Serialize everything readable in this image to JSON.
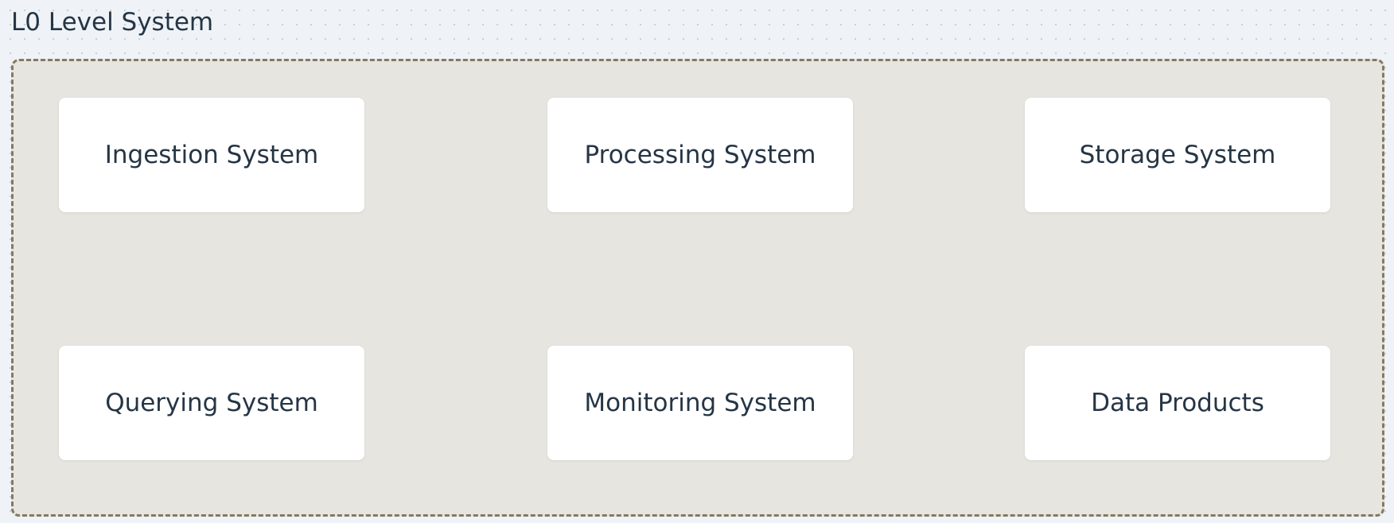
{
  "group": {
    "title": "L0 Level System"
  },
  "nodes": [
    "Ingestion System",
    "Processing System",
    "Storage System",
    "Querying System",
    "Monitoring System",
    "Data Products"
  ],
  "colors": {
    "canvas_background": "#eff3f7",
    "group_fill": "#e7e5e0",
    "group_border": "#857962",
    "node_fill": "#ffffff",
    "text": "#253545"
  }
}
